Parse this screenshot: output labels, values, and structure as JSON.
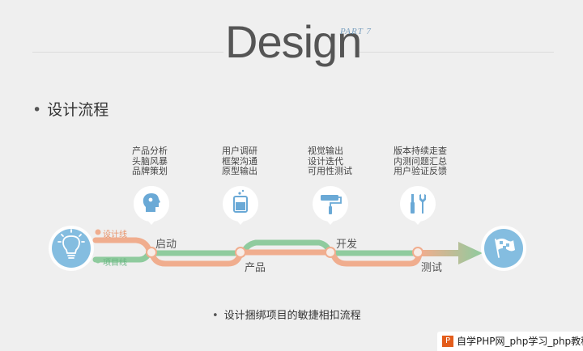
{
  "header": {
    "title": "Design",
    "part": "PART 7"
  },
  "section": {
    "heading": "设计流程"
  },
  "legend": {
    "design_line": "设计线",
    "project_line": "项目线"
  },
  "steps": [
    {
      "lines": [
        "产品分析",
        "头脑风暴",
        "品牌策划"
      ],
      "icon": "head-profile-icon",
      "stage": "启动"
    },
    {
      "lines": [
        "用户调研",
        "框架沟通",
        "原型输出"
      ],
      "icon": "beaker-icon",
      "stage": "产品"
    },
    {
      "lines": [
        "视觉输出",
        "设计迭代",
        "可用性测试"
      ],
      "icon": "paint-roller-icon",
      "stage": "开发"
    },
    {
      "lines": [
        "版本持续走查",
        "内测问题汇总",
        "用户验证反馈"
      ],
      "icon": "tools-icon",
      "stage": "测试"
    }
  ],
  "start_icon": "lightbulb-icon",
  "end_icon": "checkered-flag-icon",
  "footer": {
    "note": "设计捆绑项目的敏捷相扣流程"
  },
  "watermark": {
    "text": "自学PHP网_php学习_php教程"
  },
  "colors": {
    "design_line": "#f0ad8e",
    "project_line": "#8fcb9e",
    "circle_blue": "#84bde0",
    "bubble": "#ffffff"
  }
}
